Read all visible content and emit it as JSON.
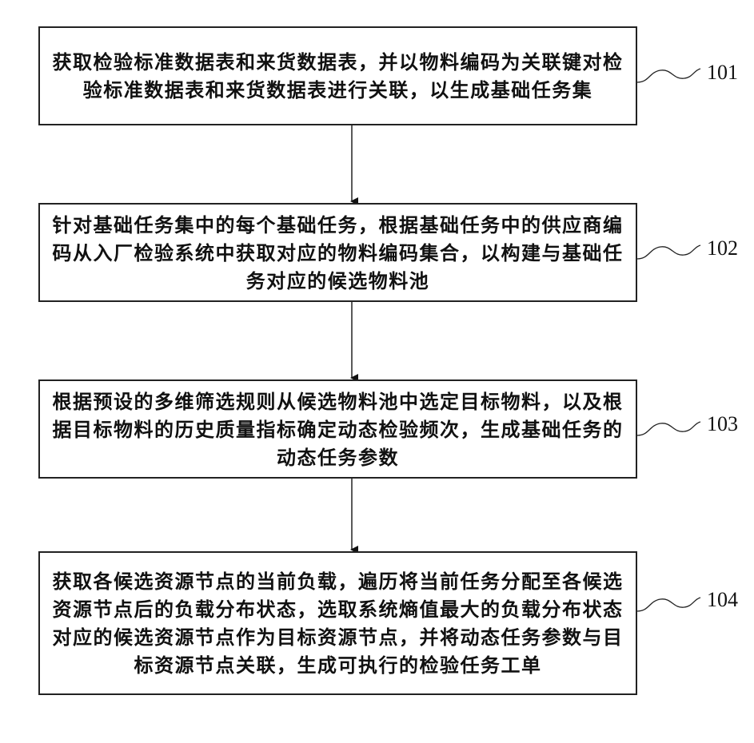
{
  "steps": [
    {
      "id": "101",
      "text": "获取检验标准数据表和来货数据表，并以物料编码为关联键对检验标准数据表和来货数据表进行关联，以生成基础任务集"
    },
    {
      "id": "102",
      "text": "针对基础任务集中的每个基础任务，根据基础任务中的供应商编码从入厂检验系统中获取对应的物料编码集合，以构建与基础任务对应的候选物料池"
    },
    {
      "id": "103",
      "text": "根据预设的多维筛选规则从候选物料池中选定目标物料，以及根据目标物料的历史质量指标确定动态检验频次，生成基础任务的动态任务参数"
    },
    {
      "id": "104",
      "text": "获取各候选资源节点的当前负载，遍历将当前任务分配至各候选资源节点后的负载分布状态，选取系统熵值最大的负载分布状态对应的候选资源节点作为目标资源节点，并将动态任务参数与目标资源节点关联，生成可执行的检验任务工单"
    }
  ]
}
